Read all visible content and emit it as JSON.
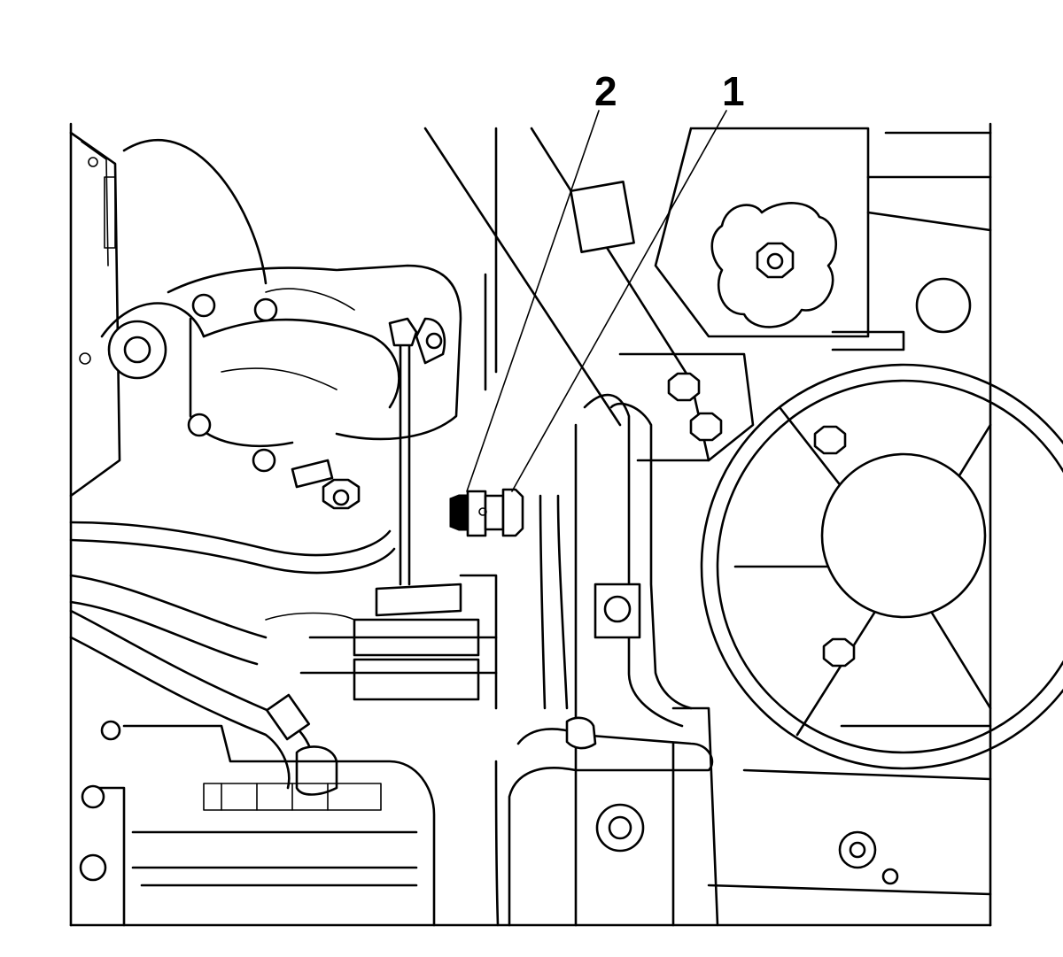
{
  "callouts": [
    {
      "id": "2",
      "label": "2"
    },
    {
      "id": "1",
      "label": "1"
    }
  ],
  "colors": {
    "line": "#000000",
    "background": "#ffffff"
  }
}
